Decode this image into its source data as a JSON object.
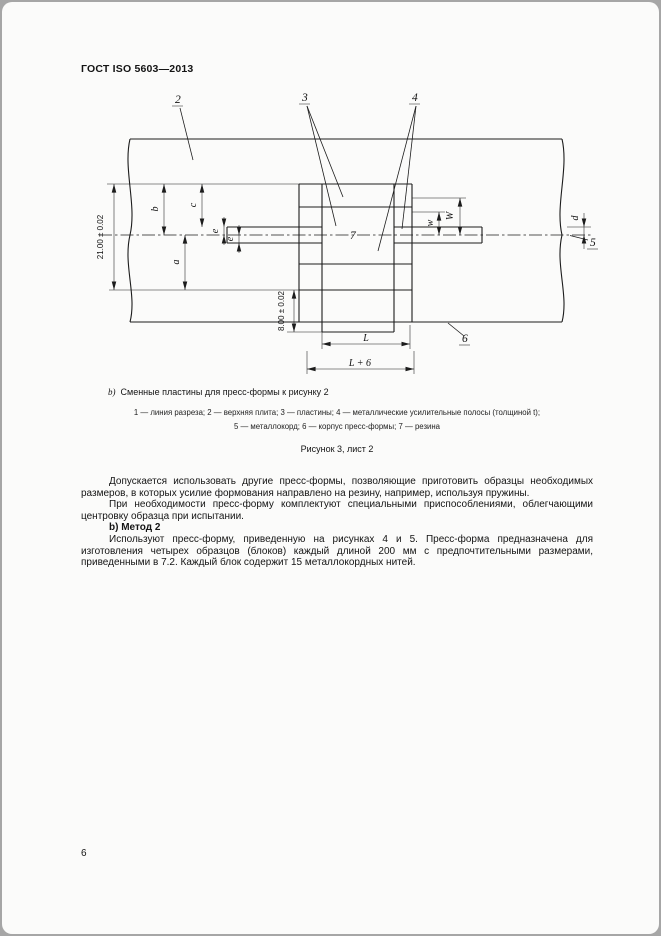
{
  "page": {
    "header": "ГОСТ  ISO 5603—2013",
    "page_number": "6"
  },
  "figure": {
    "caption_label": "b)",
    "caption_text": "Сменные пластины для пресс-формы к рисунку 2",
    "legend_line1": "1 — линия разреза; 2 — верхняя плита; 3 — пластины; 4 — металлические усилительные полосы (толщиной t);",
    "legend_line2": "5 — металлокорд; 6 — корпус пресс-формы; 7 — резина",
    "figure_caption": "Рисунок 3, лист 2",
    "callouts": {
      "top_plate": "2",
      "plates": "3",
      "strips": "4",
      "cord": "5",
      "body": "6",
      "rubber": "7"
    },
    "dims": {
      "overall_height": "21.00 ± 0.02",
      "slot_depth": "8.00 ± 0.02",
      "a": "a",
      "b": "b",
      "c": "c",
      "e_top": "e",
      "e_bottom": "e",
      "w_small": "w",
      "w_big": "W",
      "d": "d",
      "length": "L",
      "length_plus": "L + 6"
    }
  },
  "body": {
    "paragraph1": "Допускается использовать другие пресс-формы, позволяющие приготовить образцы необходимых размеров, в которых усилие формования направлено на резину, например, используя пружины.",
    "paragraph2": "При необходимости пресс-форму комплектуют специальными приспособлениями, облегчающими центровку образца при испытании.",
    "method_heading": "b) Метод 2",
    "paragraph3": "Используют пресс-форму, приведенную на рисунках 4 и 5. Пресс-форма предназначена для изготовления четырех образцов (блоков) каждый длиной 200 мм с предпочтительными размерами, приведенными в 7.2. Каждый блок содержит 15 металлокордных нитей."
  }
}
